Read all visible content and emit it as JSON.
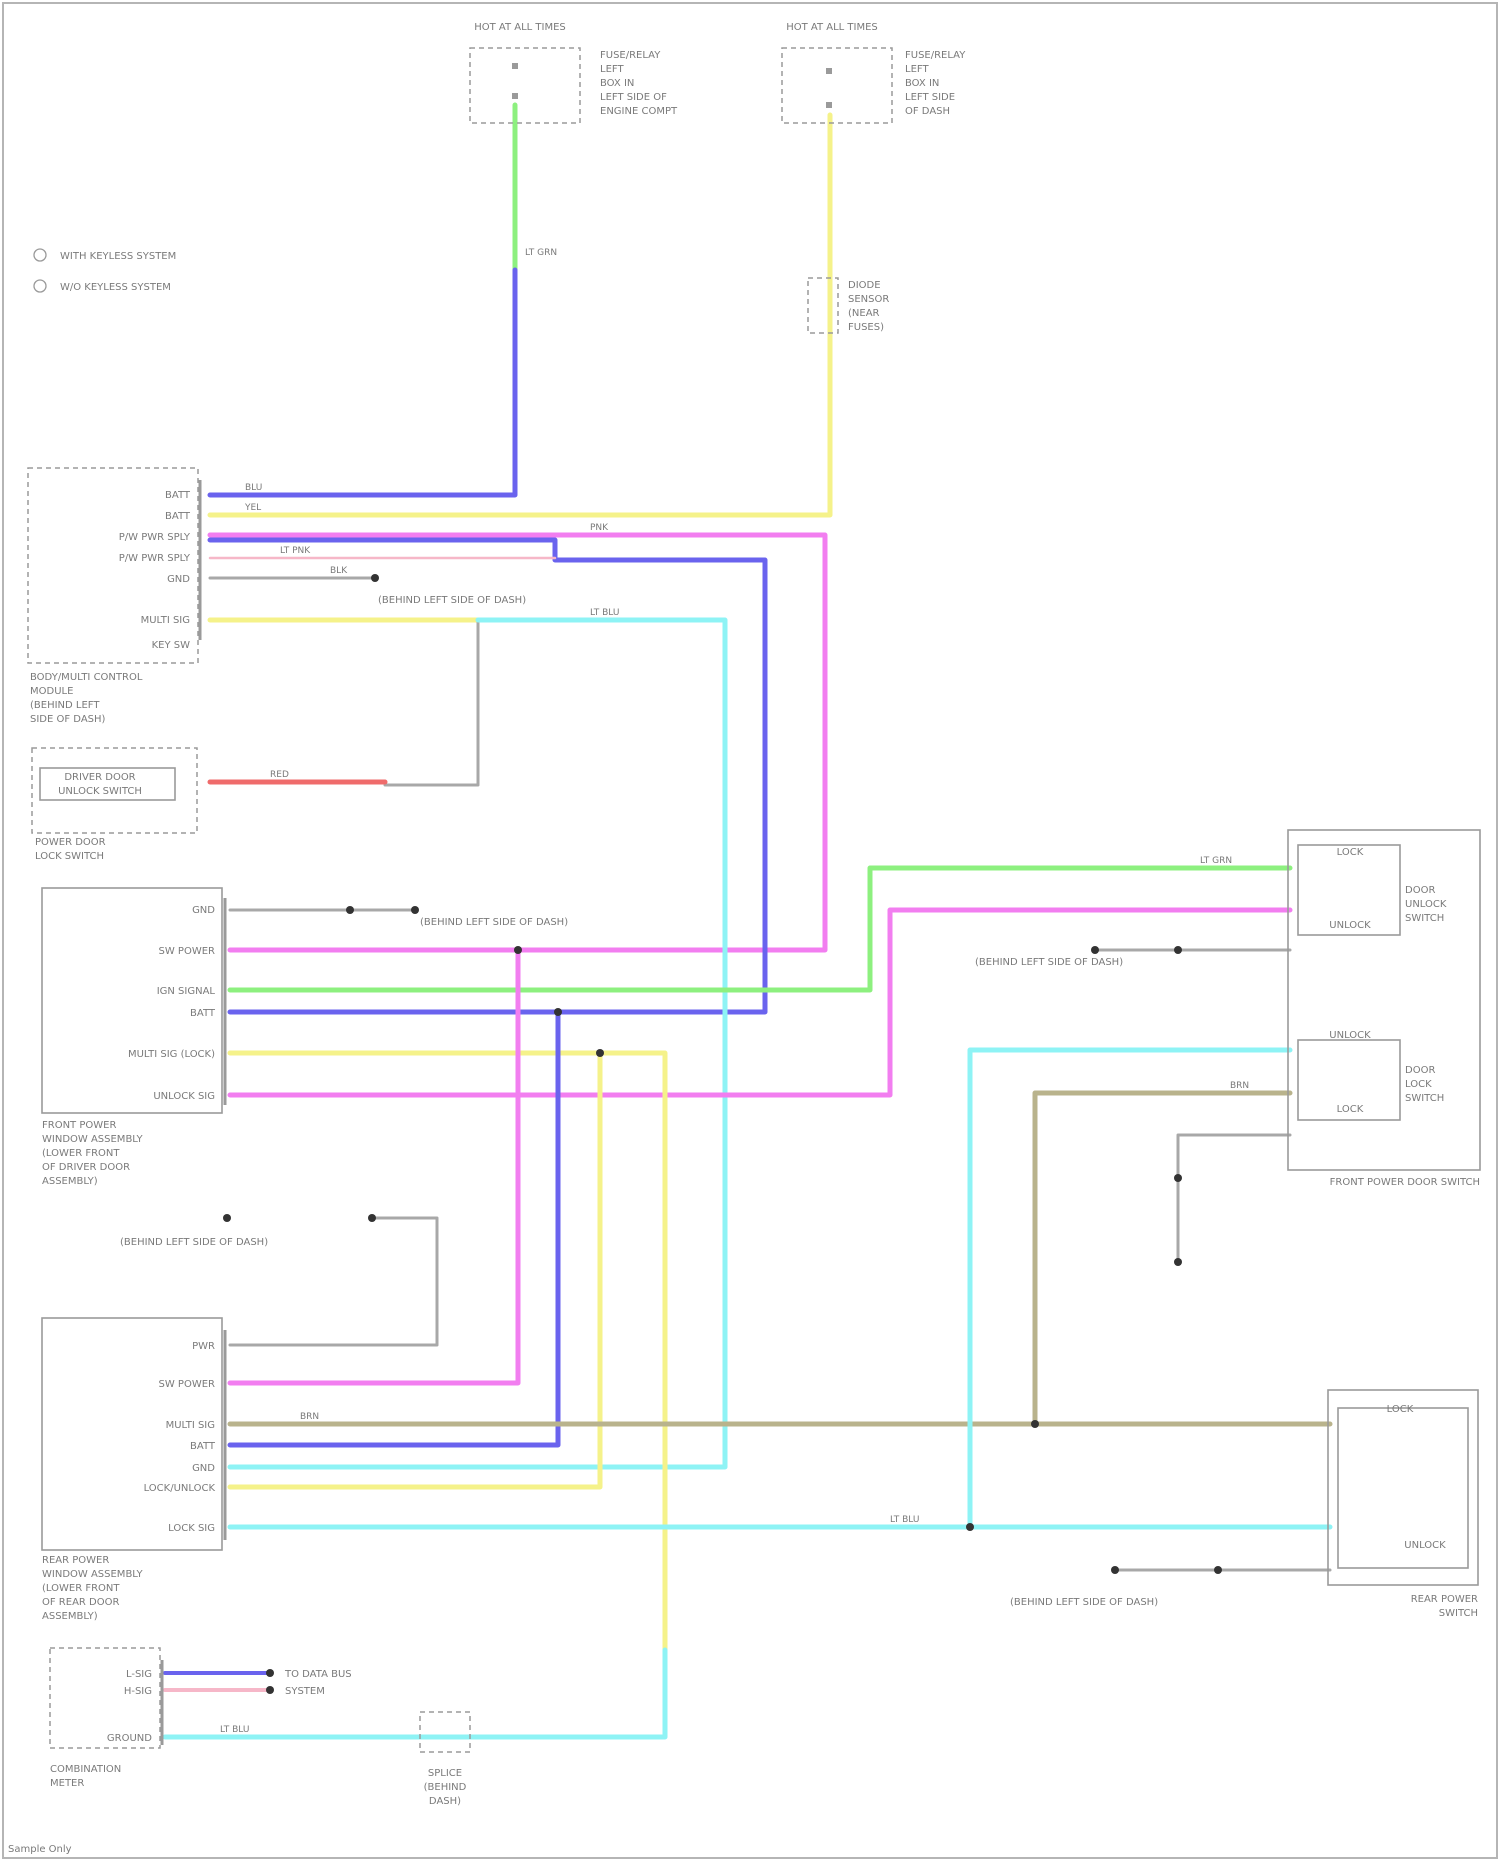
{
  "colors": {
    "green": "#8df07f",
    "blue": "#6a63ee",
    "yellow": "#f5f28a",
    "pink": "#f27ef0",
    "cyan": "#8ef3f5",
    "gray": "#a8a8a8",
    "red": "#ef6b6b",
    "tan": "#b9b38c",
    "lightpink": "#f6b7c8"
  },
  "fuses": [
    {
      "id": "fuse-left",
      "title": "HOT AT ALL TIMES",
      "lines": [
        "FUSE/RELAY",
        "LEFT",
        "BOX IN",
        "LEFT SIDE OF",
        "ENGINE COMPT"
      ]
    },
    {
      "id": "fuse-right",
      "title": "HOT AT ALL TIMES",
      "lines": [
        "FUSE/RELAY",
        "LEFT",
        "BOX IN",
        "LEFT SIDE",
        "OF DASH"
      ]
    }
  ],
  "legend": [
    {
      "label": "WITH KEYLESS SYSTEM"
    },
    {
      "label": "W/O KEYLESS SYSTEM"
    }
  ],
  "components": {
    "smart_entry": {
      "pins": [
        "BATT",
        "BATT",
        "P/W PWR SPLY",
        "P/W PWR SPLY",
        "GND",
        "MULTI SIG",
        "KEY SW"
      ],
      "caption": [
        "BODY/MULTI CONTROL",
        "MODULE",
        "(BEHIND LEFT",
        "SIDE OF DASH)"
      ]
    },
    "door_lock_switch": {
      "lines": [
        "DRIVER DOOR",
        "UNLOCK SWITCH"
      ],
      "caption": [
        "POWER DOOR",
        "LOCK SWITCH"
      ]
    },
    "front_master": {
      "pins": [
        "GND",
        "SW POWER",
        "IGN SIGNAL",
        "BATT",
        "MULTI SIG (LOCK)",
        "UNLOCK SIG"
      ],
      "caption": [
        "FRONT POWER",
        "WINDOW ASSEMBLY",
        "(LOWER FRONT",
        "OF DRIVER DOOR",
        "ASSEMBLY)"
      ]
    },
    "rear_master": {
      "pins": [
        "PWR",
        "SW POWER",
        "MULTI SIG",
        "BATT",
        "GND",
        "LOCK/UNLOCK",
        "LOCK SIG"
      ],
      "caption": [
        "REAR POWER",
        "WINDOW ASSEMBLY",
        "(LOWER FRONT",
        "OF REAR DOOR",
        "ASSEMBLY)"
      ]
    },
    "combination_meter": {
      "pins": [
        "L-SIG",
        "H-SIG",
        "GROUND"
      ],
      "caption": [
        "COMBINATION",
        "METER"
      ],
      "bus_notes": [
        "TO DATA BUS",
        "SYSTEM"
      ]
    },
    "splice": {
      "caption": [
        "SPLICE",
        "(BEHIND",
        "DASH)"
      ]
    },
    "front_switch": {
      "lines_top": [
        "LOCK",
        "UNLOCK"
      ],
      "side_top": [
        "DOOR",
        "UNLOCK",
        "SWITCH"
      ],
      "lines_bottom": [
        "UNLOCK",
        "LOCK"
      ],
      "side_bottom": [
        "DOOR",
        "LOCK",
        "SWITCH"
      ],
      "caption": [
        "FRONT POWER DOOR SWITCH"
      ]
    },
    "rear_switch": {
      "title": "LOCK",
      "lines": [
        "UNLOCK"
      ],
      "caption": [
        "REAR POWER",
        "SWITCH"
      ]
    },
    "ground_notes": [
      "(BEHIND LEFT SIDE OF DASH)",
      "(BEHIND LEFT SIDE OF DASH)",
      "(BEHIND LEFT SIDE OF DASH)",
      "(BEHIND LEFT SIDE OF DASH)",
      "(BEHIND LEFT SIDE OF DASH)"
    ],
    "diode": {
      "lines": [
        "DIODE",
        "SENSOR",
        "(NEAR",
        "FUSES)"
      ]
    }
  },
  "wire_labels": {
    "green": "LT GRN",
    "blue": "BLU",
    "yellow": "YEL",
    "pink": "PNK",
    "cyan": "LT BLU",
    "gray": "BLK",
    "red": "RED",
    "tan": "BRN",
    "lightpink": "LT PNK"
  },
  "footer": "Sample Only"
}
